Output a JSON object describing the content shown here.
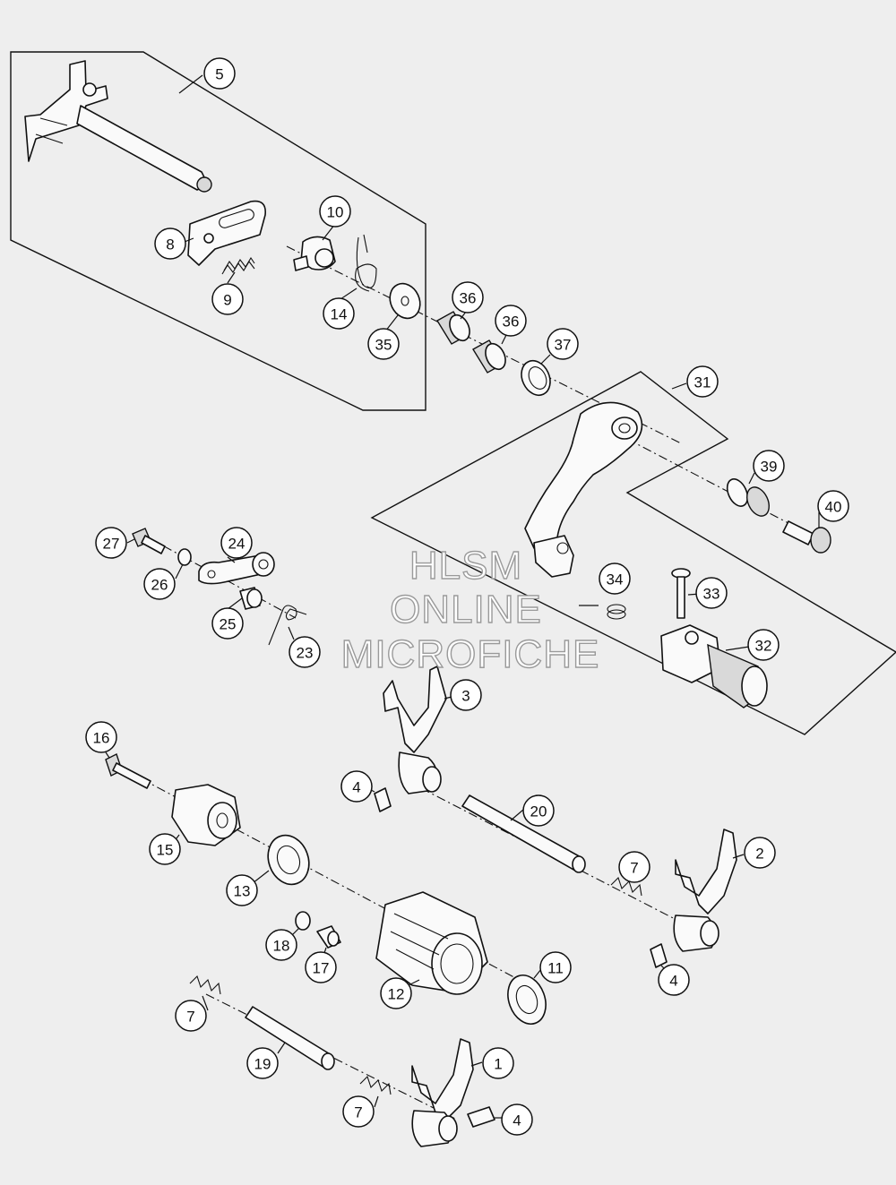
{
  "watermark": {
    "line1": "HLSM",
    "line2": "ONLINE",
    "line3": "MICROFICHE"
  },
  "callouts": [
    {
      "id": "c5",
      "label": "5"
    },
    {
      "id": "c10",
      "label": "10"
    },
    {
      "id": "c8",
      "label": "8"
    },
    {
      "id": "c9",
      "label": "9"
    },
    {
      "id": "c14",
      "label": "14"
    },
    {
      "id": "c35",
      "label": "35"
    },
    {
      "id": "c36a",
      "label": "36"
    },
    {
      "id": "c36b",
      "label": "36"
    },
    {
      "id": "c37",
      "label": "37"
    },
    {
      "id": "c31",
      "label": "31"
    },
    {
      "id": "c39",
      "label": "39"
    },
    {
      "id": "c40",
      "label": "40"
    },
    {
      "id": "c27",
      "label": "27"
    },
    {
      "id": "c24",
      "label": "24"
    },
    {
      "id": "c26",
      "label": "26"
    },
    {
      "id": "c25",
      "label": "25"
    },
    {
      "id": "c23",
      "label": "23"
    },
    {
      "id": "c34",
      "label": "34"
    },
    {
      "id": "c33",
      "label": "33"
    },
    {
      "id": "c32",
      "label": "32"
    },
    {
      "id": "c3",
      "label": "3"
    },
    {
      "id": "c16",
      "label": "16"
    },
    {
      "id": "c4a",
      "label": "4"
    },
    {
      "id": "c20",
      "label": "20"
    },
    {
      "id": "c15",
      "label": "15"
    },
    {
      "id": "c2",
      "label": "2"
    },
    {
      "id": "c7a",
      "label": "7"
    },
    {
      "id": "c13",
      "label": "13"
    },
    {
      "id": "c18",
      "label": "18"
    },
    {
      "id": "c17",
      "label": "17"
    },
    {
      "id": "c11",
      "label": "11"
    },
    {
      "id": "c4b",
      "label": "4"
    },
    {
      "id": "c12",
      "label": "12"
    },
    {
      "id": "c7b",
      "label": "7"
    },
    {
      "id": "c19",
      "label": "19"
    },
    {
      "id": "c1",
      "label": "1"
    },
    {
      "id": "c7c",
      "label": "7"
    },
    {
      "id": "c4c",
      "label": "4"
    }
  ]
}
